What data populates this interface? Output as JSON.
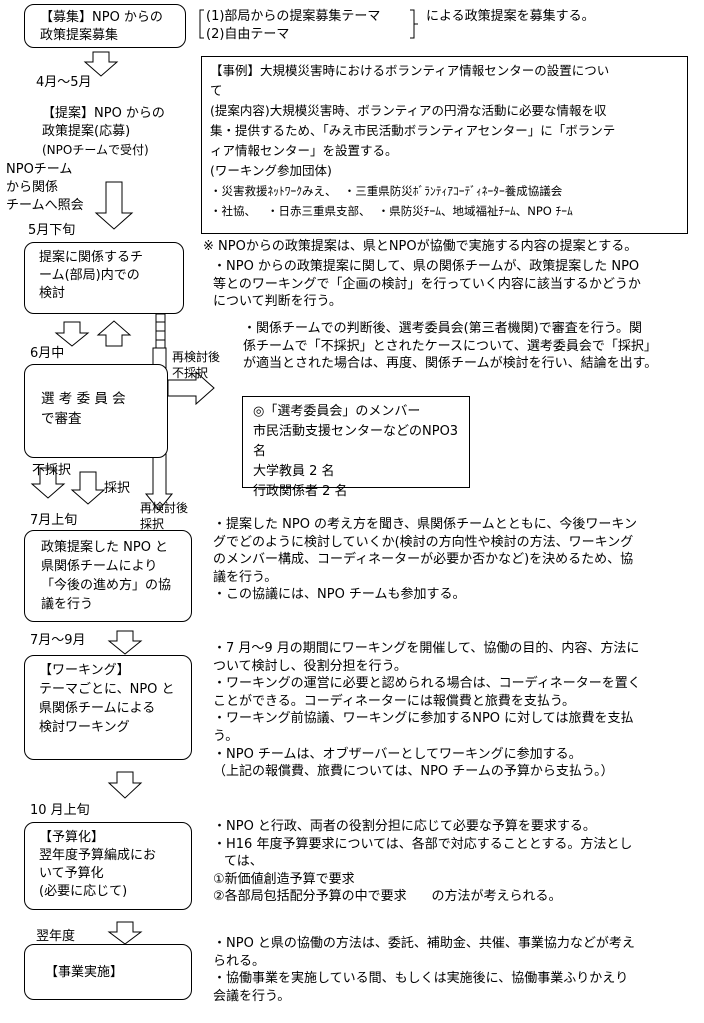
{
  "flow": {
    "step_recruit": [
      "【募集】NPO からの",
      "政策提案募集"
    ],
    "themes": [
      "(1)部局からの提案募集テーマ",
      "(2)自由テーマ"
    ],
    "themes_suffix": "による政策提案を募集する。",
    "date_apr_may": "4月～5月",
    "step_proposal": [
      "【提案】NPO からの",
      "政策提案(応募)",
      "(NPOチームで受付)"
    ],
    "npo_team_referral": [
      "NPOチーム",
      "から関係",
      "チームへ照会"
    ],
    "date_late_may": "5月下旬",
    "step_team_review": [
      "提案に関係するチ",
      "ーム(部局)内での",
      "検討"
    ],
    "date_june": "6月中",
    "re_review_reject": [
      "再検討後",
      "不採択"
    ],
    "step_committee": [
      "選 考 委 員 会",
      "で審査"
    ],
    "reject": "不採択",
    "adopt": "採択",
    "re_review_adopt": [
      "再検討後",
      "採択"
    ],
    "date_early_july": "7月上旬",
    "step_consult": [
      "政策提案した NPO と",
      "県関係チームにより",
      "「今後の進め方」の協",
      "議を行う"
    ],
    "date_jul_sep": "7月～9月",
    "step_working": [
      "【ワーキング】",
      "テーマごとに、NPO と",
      "県関係チームによる",
      "検討ワーキング"
    ],
    "date_early_oct": "10 月上旬",
    "step_budget": [
      "【予算化】",
      "翌年度予算編成にお",
      "いて予算化",
      "(必要に応じて)"
    ],
    "date_next_year": "翌年度",
    "step_implement": "【事業実施】"
  },
  "example": {
    "lines": [
      "【事例】大規模災害時におけるボランティア情報センターの設置につい",
      "て",
      "(提案内容)大規模災害時、ボランティアの円滑な活動に必要な情報を収",
      "集・提供するため、「みえ市民活動ボランティアセンター」に「ボランテ",
      "ィア情報センター」を設置する。",
      "(ワーキング参加団体)",
      "・災害救援ﾈｯﾄﾜｰｸみえ、  ・三重県防災ﾎﾞﾗﾝﾃｨｱｺｰﾃﾞｨﾈｰﾀｰ養成協議会",
      "・社協、   ・日赤三重県支部、  ・県防災ﾁｰﾑ、地域福祉ﾁｰﾑ、NPO ﾁｰﾑ"
    ]
  },
  "notes": {
    "note_main": "※  NPOからの政策提案は、県とNPOが協働で実施する内容の提案とする。",
    "review": [
      "・NPO からの政策提案に関して、県の関係チームが、政策提案した NPO",
      "等とのワーキングで「企画の検討」を行っていく内容に該当するかどうか",
      "について判断を行う。"
    ],
    "review2": [
      "・関係チームでの判断後、選考委員会(第三者機関)で審査を行う。関",
      "係チームで「不採択」とされたケースについて、選考委員会で「採択」",
      "が適当とされた場合は、再度、関係チームが検討を行い、結論を出す。"
    ],
    "members": [
      "◎「選考委員会」のメンバー",
      "市民活動支援センターなどのNPO3 名",
      "大学教員 2 名",
      "行政関係者 2 名"
    ],
    "consult": [
      "・提案した NPO の考え方を聞き、県関係チームとともに、今後ワーキン",
      "グでどのように検討していくか(検討の方向性や検討の方法、ワーキング",
      "のメンバー構成、コーディネーターが必要か否かなど)を決めるため、協",
      "議を行う。",
      "・この協議には、NPO チームも参加する。"
    ],
    "working": [
      "・7 月～9 月の期間にワーキングを開催して、協働の目的、内容、方法に",
      "ついて検討し、役割分担を行う。",
      "・ワーキングの運営に必要と認められる場合は、コーディネーターを置く",
      "ことができる。コーディネーターには報償費と旅費を支払う。",
      "・ワーキング前協議、ワーキングに参加するNPO に対しては旅費を支払",
      "う。",
      "・NPO チームは、オブザーバーとしてワーキングに参加する。",
      "（上記の報償費、旅費については、NPO チームの予算から支払う。）"
    ],
    "budget": [
      "・NPO と行政、両者の役割分担に応じて必要な予算を要求する。",
      "・H16 年度予算要求については、各部で対応することとする。方法とし",
      "ては、",
      "①新価値創造予算で要求",
      "②各部局包括配分予算の中で要求      の方法が考えられる。"
    ],
    "implement": [
      "・NPO と県の協働の方法は、委託、補助金、共催、事業協力などが考え",
      "られる。",
      "・協働事業を実施している間、もしくは実施後に、協働事業ふりかえり",
      "会議を行う。"
    ]
  }
}
